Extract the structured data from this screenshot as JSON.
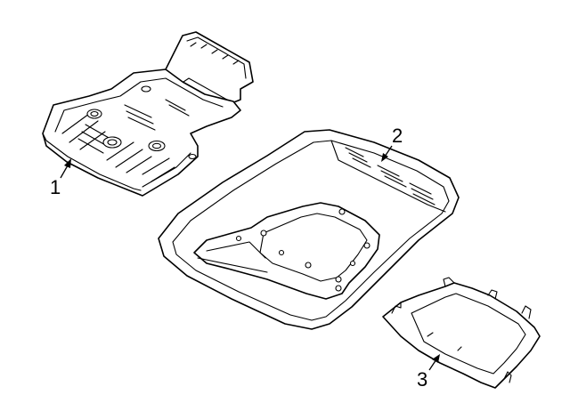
{
  "diagram": {
    "callouts": [
      {
        "label": "1"
      },
      {
        "label": "2"
      },
      {
        "label": "3"
      }
    ],
    "colors": {
      "line": "#000000",
      "background": "#ffffff"
    }
  }
}
